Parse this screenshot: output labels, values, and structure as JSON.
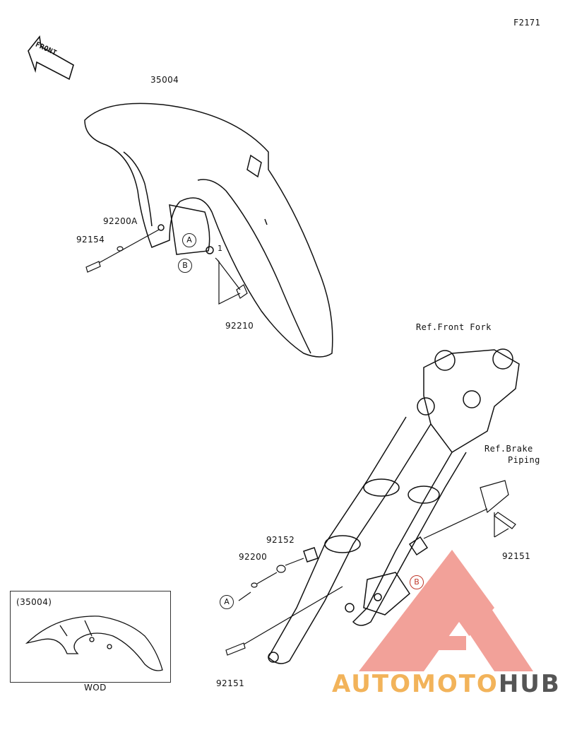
{
  "diagram": {
    "code": "F2171",
    "front_label": "FRONT",
    "parts": {
      "fender": "35004",
      "washer_a": "92200A",
      "bolt_a": "92154",
      "clip": "92210",
      "washer_b": "92200",
      "collar": "92152",
      "bolt_right": "92151",
      "bolt_bottom": "92151"
    },
    "refs": {
      "front_fork": "Ref.Front Fork",
      "brake_line1": "Ref.Brake",
      "brake_line2": "Piping"
    },
    "markers": {
      "a": "A",
      "b": "B",
      "count": "1"
    },
    "inset": {
      "part": "(35004)",
      "caption": "WOD"
    }
  },
  "watermark": {
    "part1": "AUTO",
    "part2": "MOTO",
    "part3": "HUB",
    "color_logo": "#f08a80",
    "color_text_accent": "#f2b35a",
    "color_text_dark": "#555555"
  }
}
